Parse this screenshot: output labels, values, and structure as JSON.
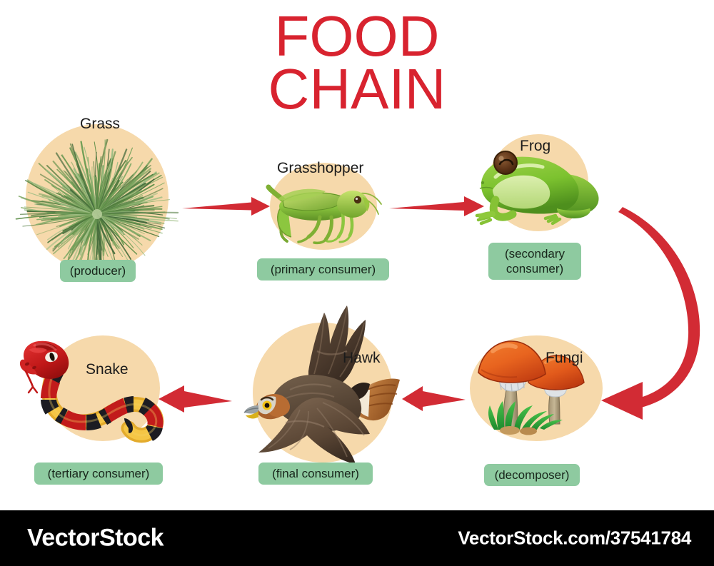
{
  "title": "FOOD\nCHAIN",
  "colors": {
    "title_red": "#d8232f",
    "arrow_red": "#d22b34",
    "disc_peach": "#f6d9ab",
    "badge_green": "#8ecaa0",
    "footer_black": "#000000"
  },
  "nodes": [
    {
      "id": "grass",
      "name": "Grass",
      "role": "(producer)",
      "icon": "grass-icon"
    },
    {
      "id": "grasshopper",
      "name": "Grasshopper",
      "role": "(primary consumer)",
      "icon": "grasshopper-icon"
    },
    {
      "id": "frog",
      "name": "Frog",
      "role": "(secondary\nconsumer)",
      "icon": "frog-icon"
    },
    {
      "id": "fungi",
      "name": "Fungi",
      "role": "(decomposer)",
      "icon": "mushroom-icon"
    },
    {
      "id": "hawk",
      "name": "Hawk",
      "role": "(final consumer)",
      "icon": "hawk-icon"
    },
    {
      "id": "snake",
      "name": "Snake",
      "role": "(tertiary consumer)",
      "icon": "snake-icon"
    }
  ],
  "arrows": [
    {
      "id": "grass-to-grasshopper",
      "direction": "right"
    },
    {
      "id": "grasshopper-to-frog",
      "direction": "right"
    },
    {
      "id": "frog-to-fungi",
      "direction": "curve-down-left"
    },
    {
      "id": "fungi-to-hawk",
      "direction": "left"
    },
    {
      "id": "hawk-to-snake",
      "direction": "left"
    }
  ],
  "footer": {
    "logo": "VectorStock",
    "url": "VectorStock.com/37541784"
  }
}
